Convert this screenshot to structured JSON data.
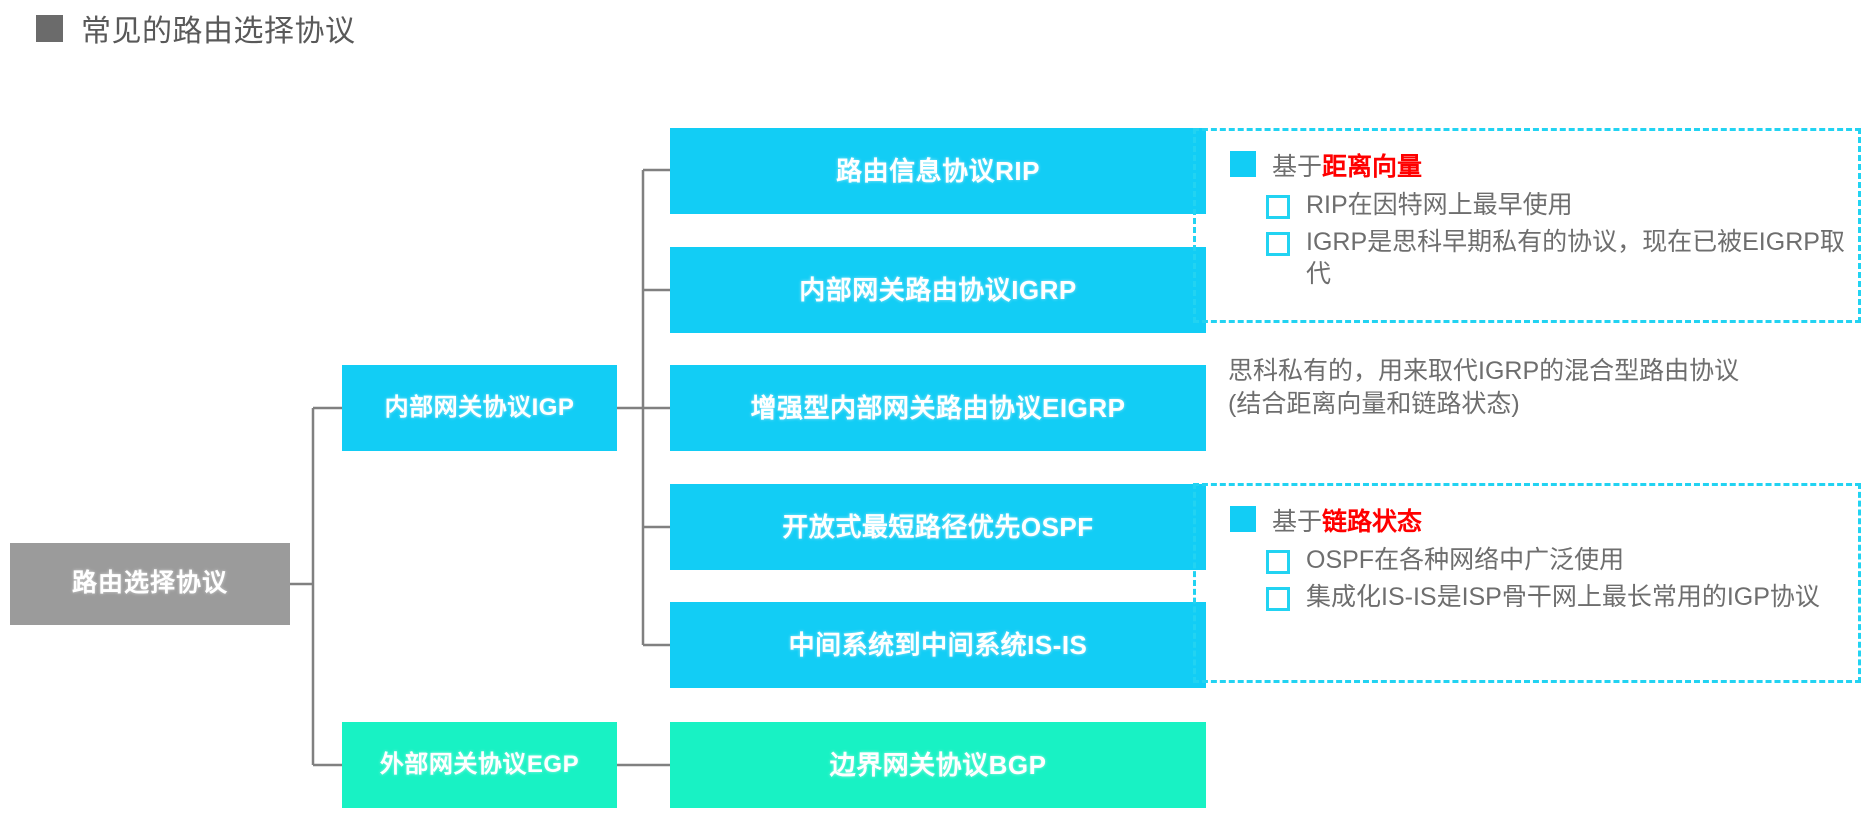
{
  "title": {
    "text": "常见的路由选择协议",
    "bullet_color": "#6b6b6b"
  },
  "colors": {
    "root": "#9b9b9b",
    "cyan": "#12cdf5",
    "green": "#18f2c4",
    "dash_border": "#22d3f2",
    "highlight": "#ff0000",
    "body_text": "#6e6e6e",
    "wire": "#808080"
  },
  "diagram": {
    "root": {
      "label": "路由选择协议"
    },
    "branches": [
      {
        "label": "内部网关协议IGP",
        "children": [
          {
            "label": "路由信息协议RIP"
          },
          {
            "label": "内部网关路由协议IGRP"
          },
          {
            "label": "增强型内部网关路由协议EIGRP"
          },
          {
            "label": "开放式最短路径优先OSPF"
          },
          {
            "label": "中间系统到中间系统IS-IS"
          }
        ]
      },
      {
        "label": "外部网关协议EGP",
        "children": [
          {
            "label": "边界网关协议BGP"
          }
        ]
      }
    ]
  },
  "panels": [
    {
      "heading_prefix": "基于",
      "heading_highlight": "距离向量",
      "items": [
        "RIP在因特网上最早使用",
        "IGRP是思科早期私有的协议，现在已被EIGRP取代"
      ]
    },
    {
      "heading_prefix": "基于",
      "heading_highlight": "链路状态",
      "items": [
        "OSPF在各种网络中广泛使用",
        "集成化IS-IS是ISP骨干网上最长常用的IGP协议"
      ]
    }
  ],
  "note": {
    "line1": "思科私有的，用来取代IGRP的混合型路由协议",
    "line2": "(结合距离向量和链路状态)"
  }
}
